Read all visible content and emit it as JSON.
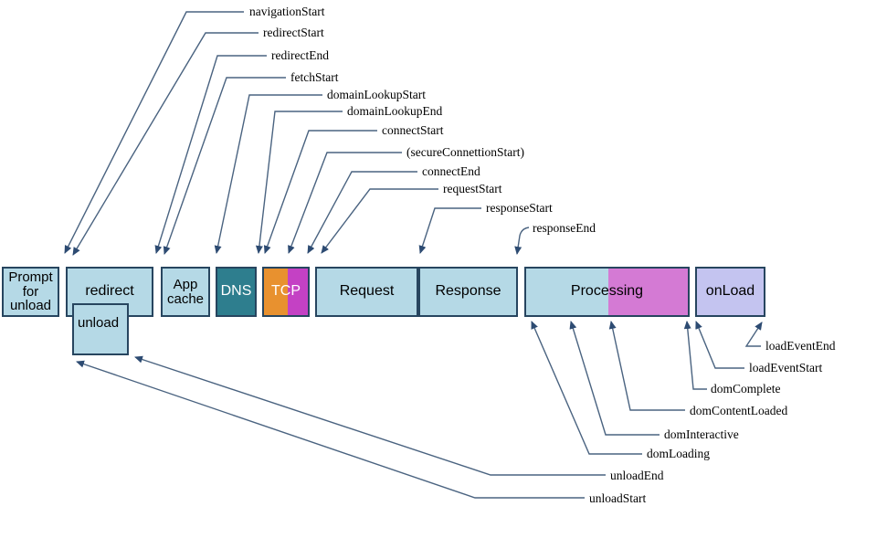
{
  "phases": {
    "prompt_lines": [
      "Prompt",
      "for",
      "unload"
    ],
    "redirect": "redirect",
    "unload": "unload",
    "app_cache_lines": [
      "App",
      "cache"
    ],
    "dns": "DNS",
    "tcp": "TCP",
    "request": "Request",
    "response": "Response",
    "processing": "Processing",
    "onload": "onLoad"
  },
  "timing_labels": {
    "navigationStart": "navigationStart",
    "redirectStart": "redirectStart",
    "redirectEnd": "redirectEnd",
    "fetchStart": "fetchStart",
    "domainLookupStart": "domainLookupStart",
    "domainLookupEnd": "domainLookupEnd",
    "connectStart": "connectStart",
    "secureConnectionStart": "(secureConnettionStart)",
    "connectEnd": "connectEnd",
    "requestStart": "requestStart",
    "responseStart": "responseStart",
    "responseEnd": "responseEnd",
    "unloadStart": "unloadStart",
    "unloadEnd": "unloadEnd",
    "domLoading": "domLoading",
    "domInteractive": "domInteractive",
    "domContentLoaded": "domContentLoaded",
    "domComplete": "domComplete",
    "loadEventStart": "loadEventStart",
    "loadEventEnd": "loadEventEnd"
  },
  "colors": {
    "phase_fill": "#b5d9e6",
    "dns_fill": "#2e7e8e",
    "tcp_orange": "#e8912f",
    "tcp_magenta": "#c441c4",
    "processing_magenta": "#d47ad4",
    "onload_fill": "#c4c4f0",
    "border": "#27455f",
    "connector": "#4a6380",
    "arrow": "#2d4b72",
    "label_text": "#000000"
  }
}
